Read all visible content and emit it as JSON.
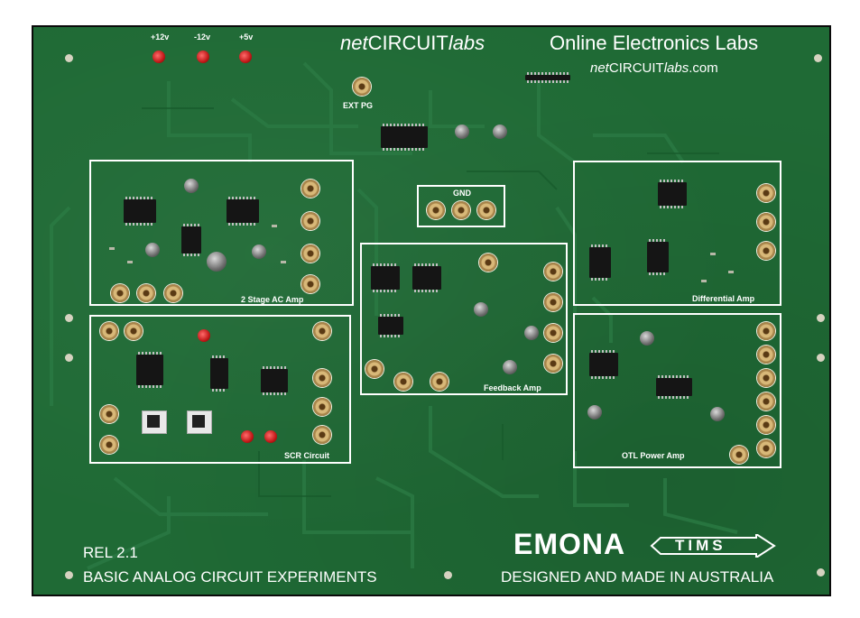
{
  "board": {
    "brand_title": {
      "net": "net",
      "circuit": "CIRCUIT",
      "labs": "labs"
    },
    "headline": "Online Electronics Labs",
    "website": {
      "net": "net",
      "circuit": "CIRCUIT",
      "labs": "labs",
      "domain": ".com"
    },
    "power_labels": [
      "+12v",
      "-12v",
      "+5v"
    ],
    "ext_pg_label": "EXT PG",
    "gnd_label": "GND",
    "modules": {
      "ac_amp": "2 Stage AC Amp",
      "scr": "SCR Circuit",
      "feedback": "Feedback Amp",
      "differential": "Differential Amp",
      "otl": "OTL Power Amp"
    },
    "release": "REL 2.1",
    "experiments": "BASIC ANALOG CIRCUIT EXPERIMENTS",
    "emona_logo": "EMONA",
    "tims_logo": "TIMS",
    "made_in": "DESIGNED AND MADE IN AUSTRALIA",
    "colors": {
      "pcb": "#1f6a35",
      "silkscreen": "#ffffff",
      "trace": "#2c7a44"
    }
  }
}
